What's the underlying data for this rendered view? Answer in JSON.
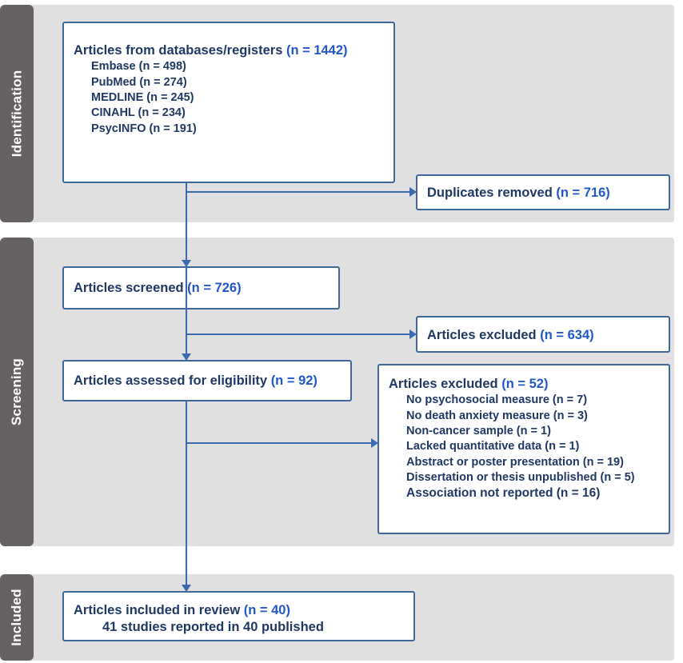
{
  "diagram": {
    "type": "prisma-flow-diagram",
    "accent_blue": "#2257c9",
    "text_navy": "#1f3864",
    "band_gray": "#e0e0e0",
    "tab_gray": "#666163",
    "border_blue": "#3e6899"
  },
  "sections": {
    "identification": "Identification",
    "screening": "Screening",
    "included": "Included"
  },
  "boxes": {
    "identification": {
      "title_text": "Articles from databases/registers ",
      "title_count": "(n = 1442)",
      "sources": [
        "Embase (n = 498)",
        "PubMed (n = 274)",
        "MEDLINE (n = 245)",
        "CINAHL (n = 234)",
        "PsycINFO (n = 191)"
      ]
    },
    "duplicates": {
      "text": "Duplicates removed ",
      "count": "(n = 716)"
    },
    "screened": {
      "text": "Articles screened ",
      "count": "(n = 726)"
    },
    "excluded_screening": {
      "text": "Articles excluded ",
      "count": "(n = 634)"
    },
    "eligibility": {
      "text": "Articles assessed for eligibility ",
      "count": "(n = 92)"
    },
    "excluded_eligibility": {
      "text": "Articles excluded ",
      "count": "(n = 52)",
      "reasons": [
        "No psychosocial measure (n = 7)",
        "No death anxiety measure (n = 3)",
        "Non-cancer sample (n = 1)",
        "Lacked quantitative data (n = 1)",
        "Abstract or poster presentation (n = 19)",
        "Dissertation or thesis unpublished (n = 5)",
        "Association not reported (n = 16)"
      ]
    },
    "included": {
      "text": "Articles included in review ",
      "count": "(n = 40)",
      "subline": "41 studies reported in 40 published"
    }
  }
}
